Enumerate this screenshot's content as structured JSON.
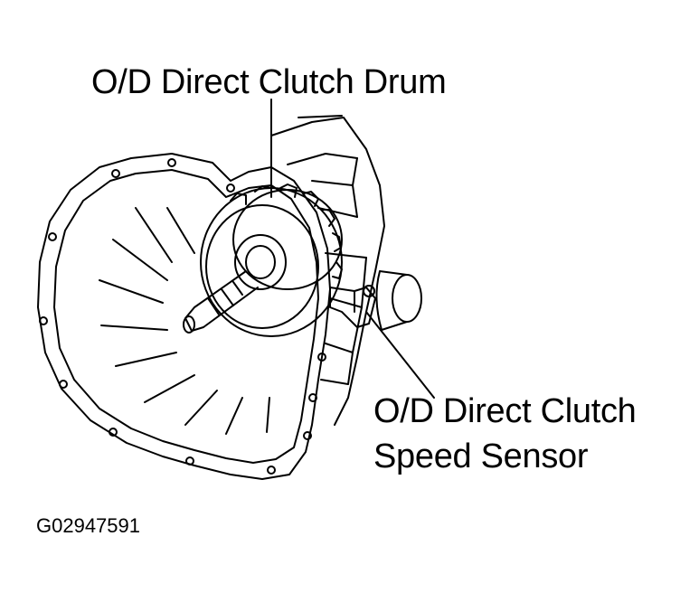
{
  "labels": {
    "drum": "O/D Direct Clutch Drum",
    "sensor_line1": "O/D Direct Clutch",
    "sensor_line2": "Speed Sensor"
  },
  "figure_id": "G02947591",
  "colors": {
    "ink": "#000000",
    "paper": "#ffffff"
  }
}
